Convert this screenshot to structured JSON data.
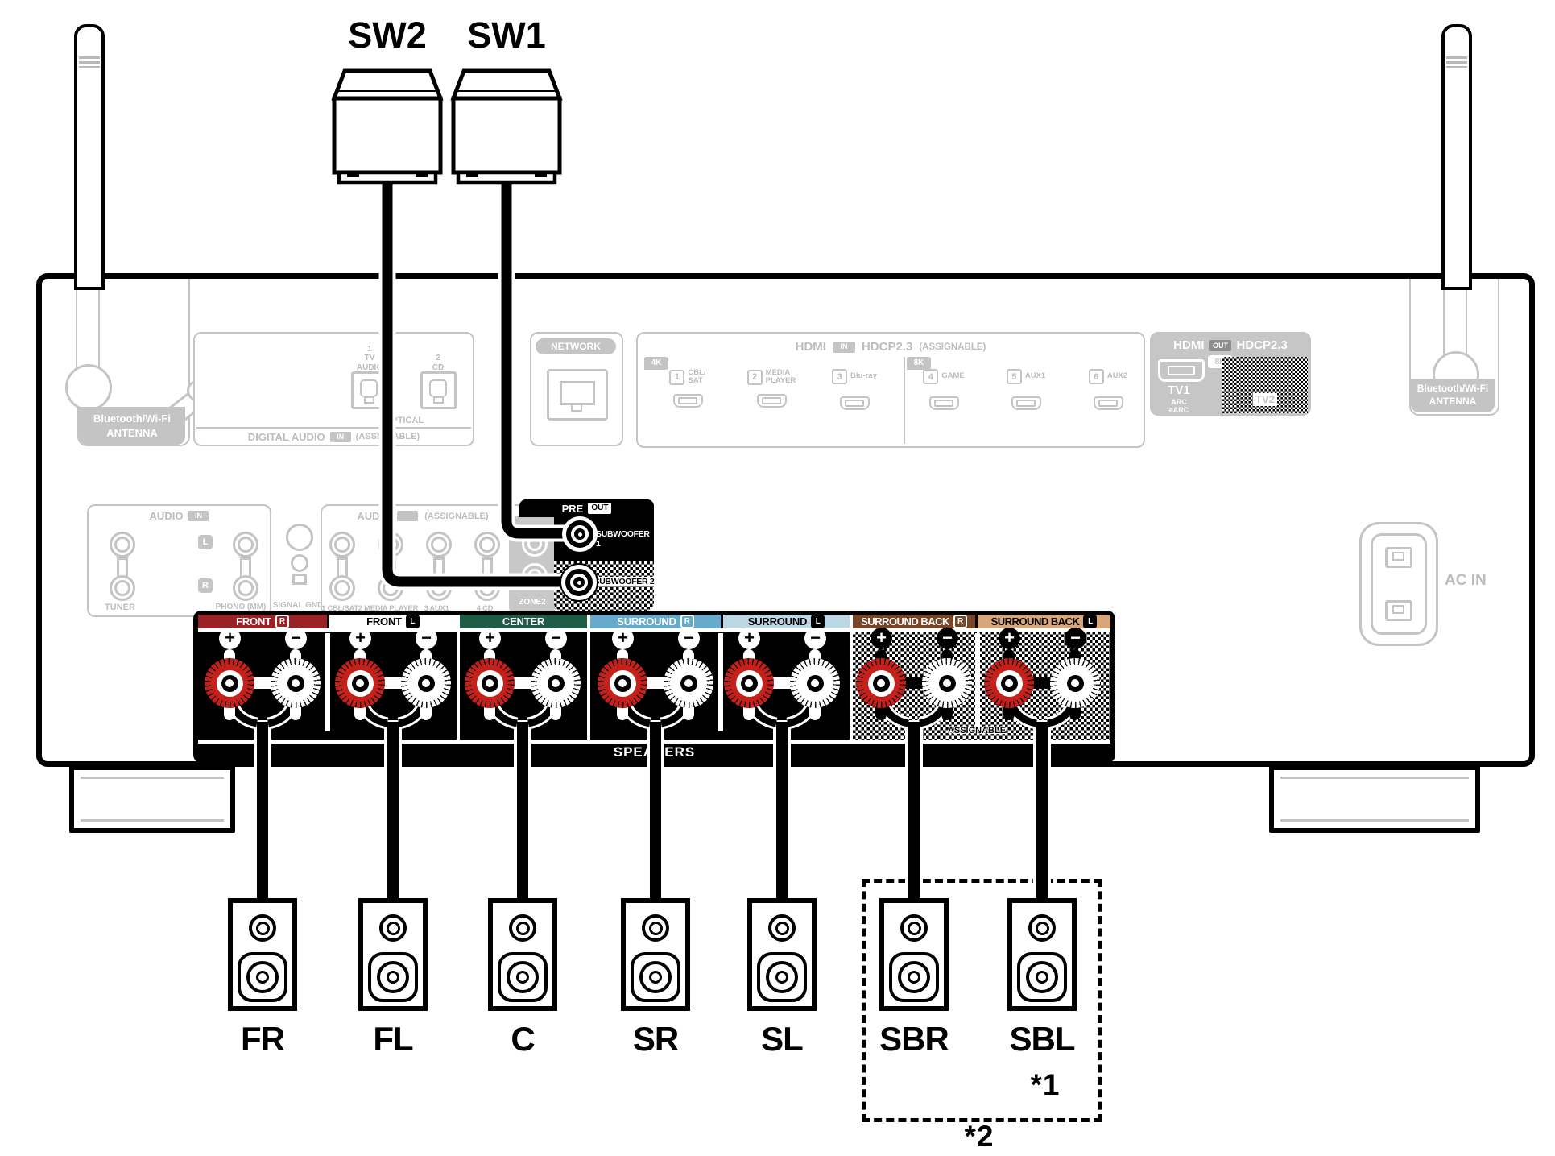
{
  "subwoofer_labels": {
    "sw2": "SW2",
    "sw1": "SW1"
  },
  "pre_out": {
    "pre": "PRE",
    "out_badge": "OUT",
    "subwoofer1": "SUBWOOFER 1",
    "subwoofer2": "SUBWOOFER 2"
  },
  "speaker_panel": {
    "speakers_label": "SPEAKERS",
    "assignable_label": "ASSIGNABLE",
    "plus": "+",
    "minus": "−",
    "sections": [
      {
        "label": "FRONT",
        "badge": "R"
      },
      {
        "label": "FRONT",
        "badge": "L"
      },
      {
        "label": "CENTER",
        "badge": ""
      },
      {
        "label": "SURROUND",
        "badge": "R"
      },
      {
        "label": "SURROUND",
        "badge": "L"
      },
      {
        "label": "SURROUND BACK",
        "badge": "R"
      },
      {
        "label": "SURROUND BACK",
        "badge": "L"
      }
    ]
  },
  "speakers": [
    {
      "label": "FR"
    },
    {
      "label": "FL"
    },
    {
      "label": "C"
    },
    {
      "label": "SR"
    },
    {
      "label": "SL"
    },
    {
      "label": "SBR"
    },
    {
      "label": "SBL"
    }
  ],
  "notes": {
    "note1": "*1",
    "note2": "*2"
  },
  "back_panel": {
    "antenna_label": {
      "line1": "Bluetooth/Wi-Fi",
      "line2": "ANTENNA"
    },
    "digital_audio": {
      "title": "DIGITAL AUDIO",
      "in_badge": "IN",
      "assignable": "(ASSIGNABLE)",
      "optical": "OPTICAL",
      "port1": {
        "num": "1",
        "line1": "TV",
        "line2": "AUDIO"
      },
      "port2": {
        "num": "2",
        "line1": "CD"
      }
    },
    "network": {
      "title": "NETWORK"
    },
    "hdmi_in": {
      "title": "HDMI",
      "in_badge": "IN",
      "hdcp": "HDCP2.3",
      "assignable": "(ASSIGNABLE)",
      "badge_4k": "4K",
      "badge_8k": "8K",
      "inputs": [
        {
          "num": "1",
          "line1": "CBL/",
          "line2": "SAT"
        },
        {
          "num": "2",
          "line1": "MEDIA",
          "line2": "PLAYER"
        },
        {
          "num": "3",
          "line1": "Blu-ray",
          "line2": ""
        },
        {
          "num": "4",
          "line1": "GAME",
          "line2": ""
        },
        {
          "num": "5",
          "line1": "AUX1",
          "line2": ""
        },
        {
          "num": "6",
          "line1": "AUX2",
          "line2": ""
        }
      ]
    },
    "hdmi_out": {
      "title": "HDMI",
      "out_badge": "OUT",
      "hdcp": "HDCP2.3",
      "badge_8k": "8K",
      "tv1": "TV1",
      "tv2": "TV2",
      "arc": {
        "line1": "ARC",
        "line2": "eARC"
      }
    },
    "audio_in": {
      "title": "AUDIO",
      "in_badge": "IN",
      "left": "L",
      "right": "R",
      "tuner": "TUNER",
      "phono": "PHONO (MM)",
      "signal_gnd": "SIGNAL GND"
    },
    "audio_assignable": {
      "title": "AUDIO",
      "assignable": "(ASSIGNABLE)",
      "cols": [
        {
          "label": "1 CBL/SAT"
        },
        {
          "label": "2 MEDIA PLAYER"
        },
        {
          "label": "3 AUX1"
        },
        {
          "label": "4 CD"
        }
      ],
      "zone2": "ZONE2"
    },
    "ac_in": "AC IN"
  },
  "colors": {
    "front_r": "#9a2227",
    "front_l": "#ffffff",
    "center": "#1e5c46",
    "surround_r": "#66aace",
    "surround_l": "#bdd8e5",
    "surround_back_r": "#7a4527",
    "surround_back_l": "#d8a678",
    "post_red": "#c6201a",
    "faded_gray": "#c4c4c4",
    "black": "#000000"
  }
}
